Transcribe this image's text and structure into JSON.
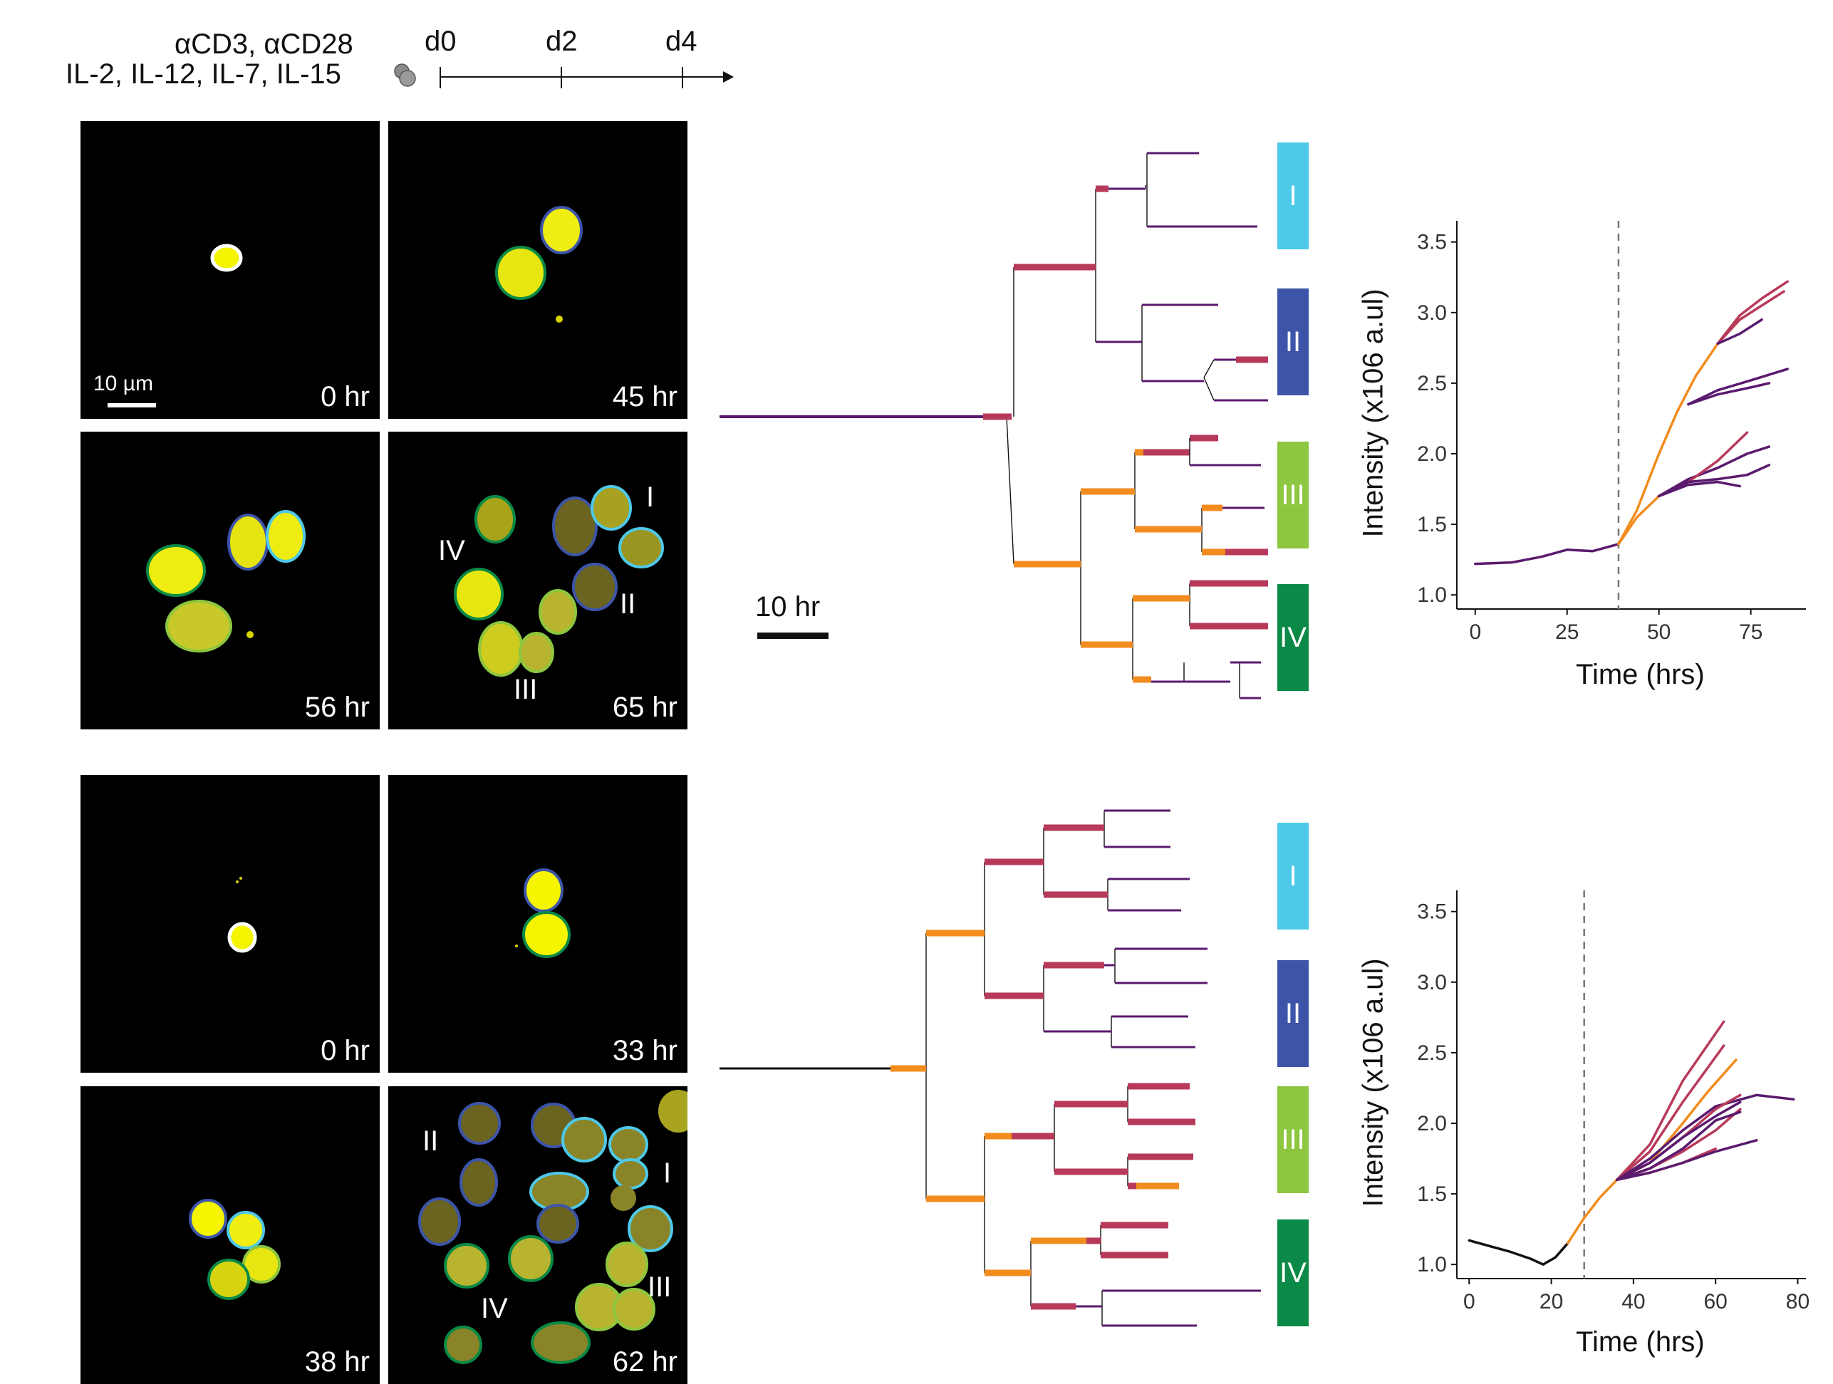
{
  "header": {
    "stim_line1": "αCD3, αCD28",
    "stim_line2": "IL-2, IL-12, IL-7, IL-15",
    "days": [
      "d0",
      "d2",
      "d4"
    ]
  },
  "colors": {
    "cluster_I": "#4ec9e9",
    "cluster_II": "#3d55a8",
    "cluster_III": "#8dc63f",
    "cluster_IV": "#0a8a46",
    "branch_orange": "#f28c1e",
    "branch_red": "#b83a5a",
    "branch_purple": "#5a1a6e"
  },
  "top_panel": {
    "scale_bar": "10 µm",
    "times": [
      "0 hr",
      "45 hr",
      "56 hr",
      "65 hr"
    ],
    "labels_65": [
      "I",
      "II",
      "III",
      "IV"
    ],
    "tree_scale": "10 hr",
    "clusters": [
      "I",
      "II",
      "III",
      "IV"
    ]
  },
  "bottom_panel": {
    "times": [
      "0 hr",
      "33 hr",
      "38 hr",
      "62 hr"
    ],
    "labels_62": [
      "I",
      "II",
      "III",
      "IV"
    ],
    "clusters": [
      "I",
      "II",
      "III",
      "IV"
    ]
  },
  "chart_data": [
    {
      "type": "line",
      "xlabel": "Time (hrs)",
      "ylabel": "Intensity (x106 a.ul)",
      "xlim": [
        -5,
        90
      ],
      "ylim": [
        0.9,
        3.65
      ],
      "xticks": [
        0,
        25,
        50,
        75
      ],
      "yticks": [
        1.0,
        1.5,
        2.0,
        2.5,
        3.0,
        3.5
      ],
      "vline_x": 39,
      "series": [
        {
          "color": "purple",
          "x": [
            0,
            10,
            18,
            25,
            32,
            39
          ],
          "y": [
            1.22,
            1.23,
            1.27,
            1.32,
            1.31,
            1.36
          ]
        },
        {
          "color": "orange",
          "x": [
            39,
            44,
            50,
            55,
            60,
            66,
            72
          ],
          "y": [
            1.36,
            1.6,
            2.0,
            2.3,
            2.55,
            2.78,
            2.98
          ]
        },
        {
          "color": "red",
          "x": [
            66,
            72,
            78,
            85
          ],
          "y": [
            2.78,
            2.98,
            3.1,
            3.22
          ]
        },
        {
          "color": "red",
          "x": [
            66,
            72,
            78,
            84
          ],
          "y": [
            2.78,
            2.95,
            3.05,
            3.15
          ]
        },
        {
          "color": "purple",
          "x": [
            66,
            72,
            78
          ],
          "y": [
            2.78,
            2.85,
            2.95
          ]
        },
        {
          "color": "purple",
          "x": [
            58,
            66,
            75,
            85
          ],
          "y": [
            2.35,
            2.45,
            2.52,
            2.6
          ]
        },
        {
          "color": "purple",
          "x": [
            58,
            66,
            75,
            80
          ],
          "y": [
            2.35,
            2.42,
            2.47,
            2.5
          ]
        },
        {
          "color": "orange",
          "x": [
            39,
            44,
            50
          ],
          "y": [
            1.36,
            1.55,
            1.7
          ]
        },
        {
          "color": "purple",
          "x": [
            50,
            58,
            66,
            74,
            80
          ],
          "y": [
            1.7,
            1.82,
            1.9,
            2.0,
            2.05
          ]
        },
        {
          "color": "red",
          "x": [
            50,
            58,
            66,
            74
          ],
          "y": [
            1.7,
            1.8,
            1.95,
            2.15
          ]
        },
        {
          "color": "purple",
          "x": [
            50,
            58,
            66,
            74,
            80
          ],
          "y": [
            1.7,
            1.8,
            1.82,
            1.85,
            1.92
          ]
        },
        {
          "color": "purple",
          "x": [
            50,
            58,
            66,
            72
          ],
          "y": [
            1.7,
            1.78,
            1.8,
            1.77
          ]
        }
      ]
    },
    {
      "type": "line",
      "xlabel": "Time (hrs)",
      "ylabel": "Intensity (x106 a.ul)",
      "xlim": [
        -3,
        82
      ],
      "ylim": [
        0.9,
        3.65
      ],
      "xticks": [
        0,
        20,
        40,
        60,
        80
      ],
      "yticks": [
        1.0,
        1.5,
        2.0,
        2.5,
        3.0,
        3.5
      ],
      "vline_x": 28,
      "series": [
        {
          "color": "black",
          "x": [
            0,
            5,
            10,
            15,
            18,
            21,
            24
          ],
          "y": [
            1.17,
            1.13,
            1.09,
            1.04,
            1.0,
            1.05,
            1.15
          ]
        },
        {
          "color": "orange",
          "x": [
            24,
            28,
            32,
            36
          ],
          "y": [
            1.15,
            1.33,
            1.48,
            1.6
          ]
        },
        {
          "color": "red",
          "x": [
            36,
            44,
            52,
            62
          ],
          "y": [
            1.6,
            1.85,
            2.3,
            2.72
          ]
        },
        {
          "color": "red",
          "x": [
            36,
            44,
            52,
            62
          ],
          "y": [
            1.6,
            1.8,
            2.15,
            2.55
          ]
        },
        {
          "color": "orange",
          "x": [
            36,
            44,
            52,
            58,
            65
          ],
          "y": [
            1.6,
            1.72,
            2.0,
            2.22,
            2.45
          ]
        },
        {
          "color": "purple",
          "x": [
            36,
            44,
            52,
            60,
            70,
            79
          ],
          "y": [
            1.6,
            1.75,
            1.95,
            2.12,
            2.2,
            2.17
          ]
        },
        {
          "color": "red",
          "x": [
            36,
            44,
            52,
            60,
            66
          ],
          "y": [
            1.6,
            1.72,
            1.9,
            2.1,
            2.2
          ]
        },
        {
          "color": "purple",
          "x": [
            36,
            44,
            52,
            60,
            66
          ],
          "y": [
            1.6,
            1.72,
            1.9,
            2.05,
            2.15
          ]
        },
        {
          "color": "red",
          "x": [
            36,
            44,
            52,
            60,
            66
          ],
          "y": [
            1.6,
            1.68,
            1.8,
            1.95,
            2.1
          ]
        },
        {
          "color": "purple",
          "x": [
            36,
            44,
            52,
            60,
            66
          ],
          "y": [
            1.6,
            1.68,
            1.82,
            2.02,
            2.08
          ]
        },
        {
          "color": "red",
          "x": [
            36,
            44,
            52,
            60
          ],
          "y": [
            1.6,
            1.65,
            1.72,
            1.82
          ]
        },
        {
          "color": "purple",
          "x": [
            36,
            44,
            52,
            60,
            70
          ],
          "y": [
            1.6,
            1.65,
            1.72,
            1.8,
            1.88
          ]
        }
      ]
    }
  ]
}
